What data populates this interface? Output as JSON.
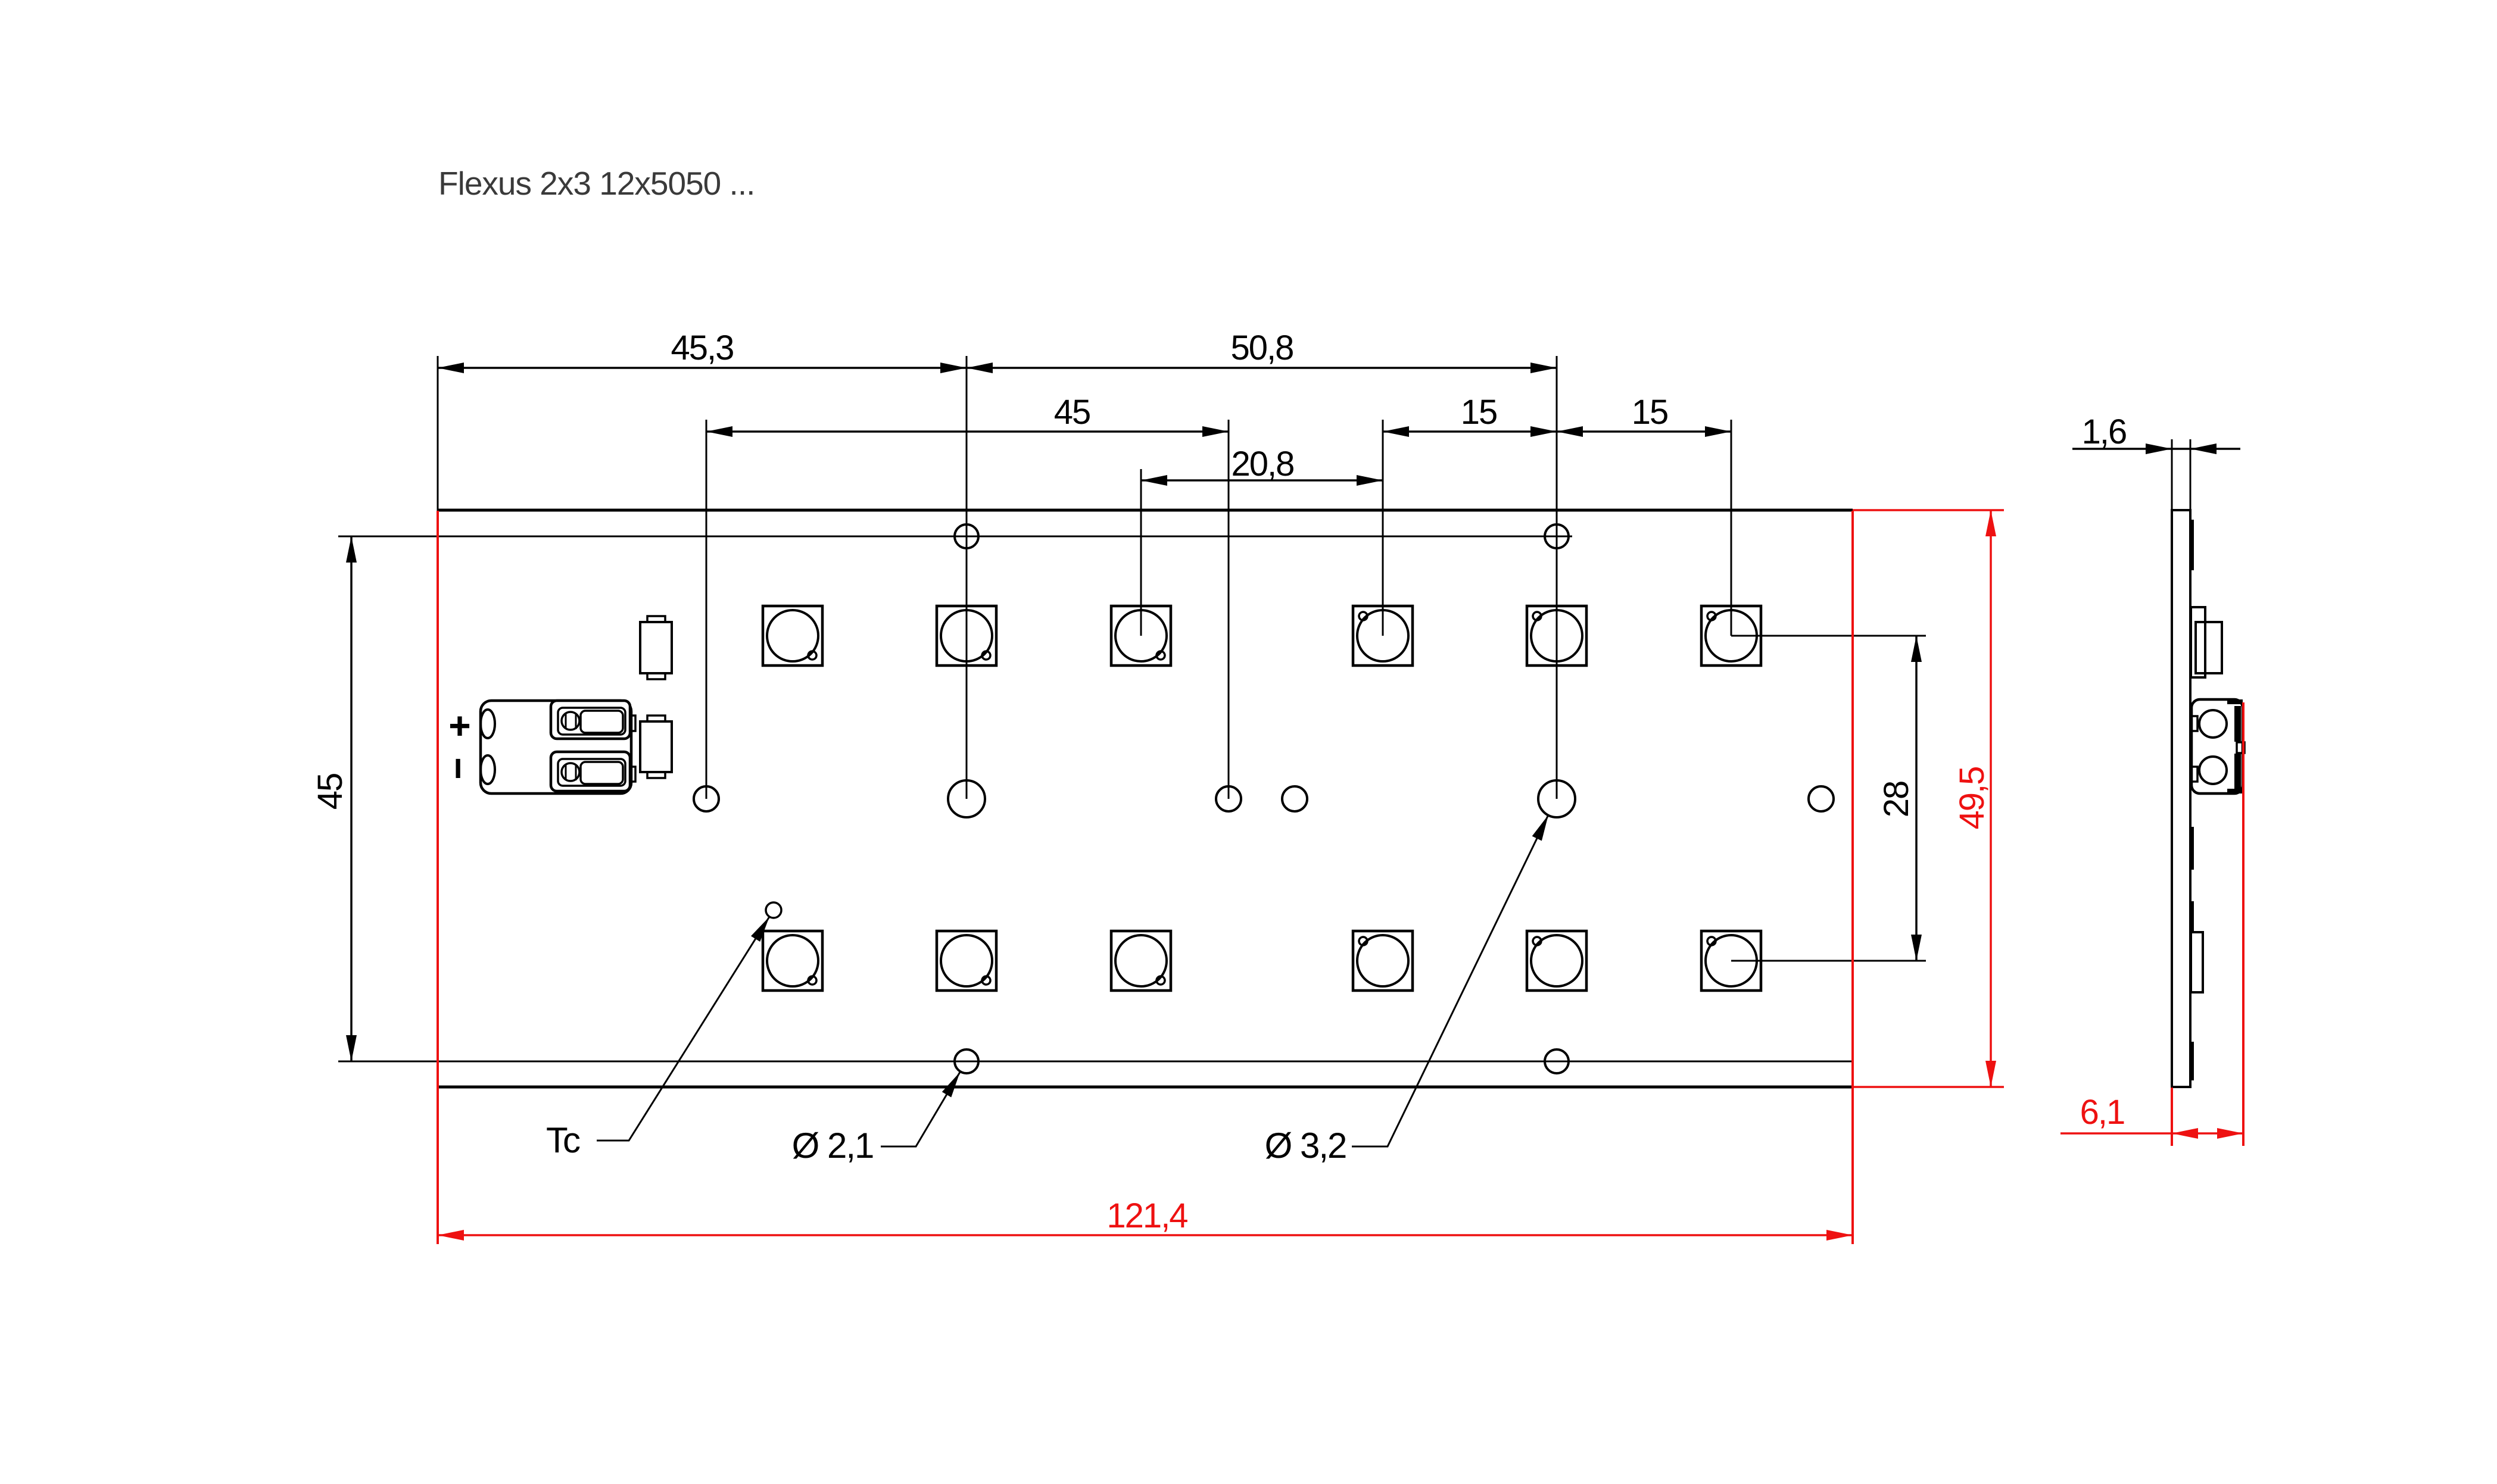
{
  "title": "Flexus 2x3 12x5050 ...",
  "colors": {
    "ink": "#000000",
    "accent_red": "#ee1111",
    "background": "#ffffff"
  },
  "plan_view": {
    "dims": {
      "top_45_3": "45,3",
      "top_50_8": "50,8",
      "mid_45": "45",
      "mid_15_a": "15",
      "mid_15_b": "15",
      "low_20_8": "20,8",
      "left_45": "45",
      "right_28": "28",
      "right_49_5": "49,5",
      "bottom_121_4": "121,4"
    },
    "labels": {
      "thermal_point": "Tc",
      "small_hole_dia": "Ø 2,1",
      "large_hole_dia": "Ø 3,2",
      "polarity_plus": "+",
      "polarity_minus": "−"
    },
    "led_count": 12,
    "led_rows": 2,
    "led_columns": 6
  },
  "side_view": {
    "dims": {
      "thickness_1_6": "1,6",
      "height_6_1": "6,1"
    }
  }
}
